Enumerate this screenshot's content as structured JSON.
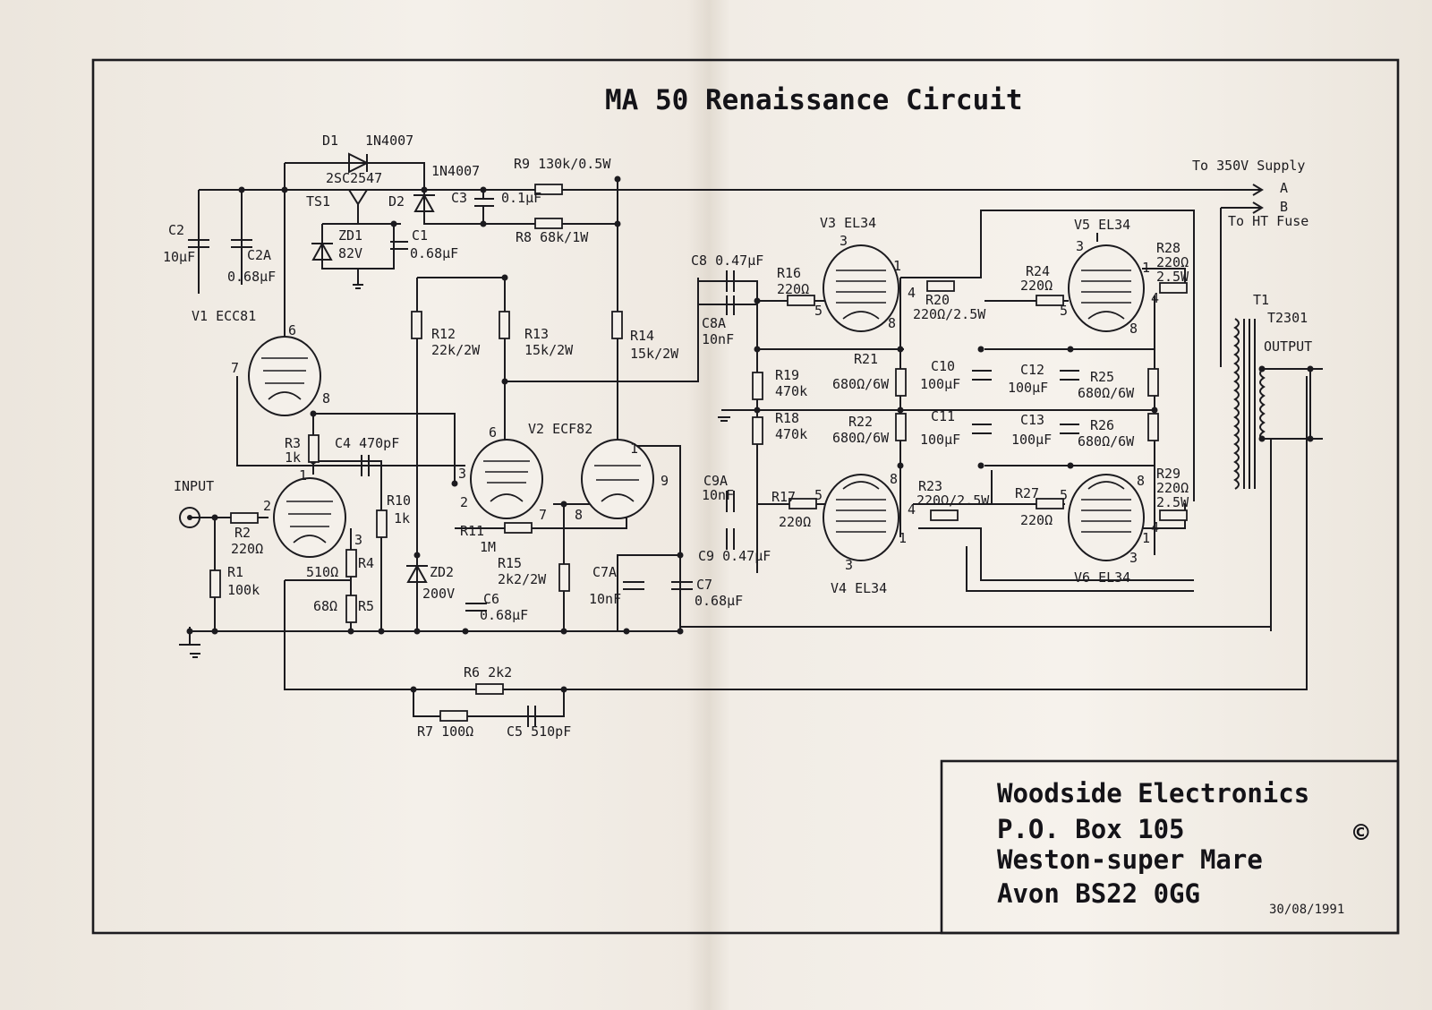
{
  "title": "MA 50 Renaissance Circuit",
  "company": {
    "line1": "Woodside Electronics",
    "line2": "P.O. Box 105",
    "line3": "Weston-super Mare",
    "line4": "Avon BS22 0GG",
    "copyright": "©",
    "date": "30/08/1991"
  },
  "supply": {
    "to_supply": "To 350V Supply",
    "a": "A",
    "b": "B",
    "to_fuse": "To HT Fuse"
  },
  "labels": {
    "d1": "D1",
    "d1_type": "1N4007",
    "ts1_type": "2SC2547",
    "ts1": "TS1",
    "d2": "D2",
    "d2_type": "1N4007",
    "c3": "C3",
    "c3_val": "0.1µF",
    "r9": "R9 130k/0.5W",
    "r8": "R8 68k/1W",
    "c2": "C2",
    "c2_val": "10µF",
    "c2a": "C2A",
    "c2a_val": "0.68µF",
    "zd1": "ZD1",
    "zd1_val": "82V",
    "c1": "C1",
    "c1_val": "0.68µF",
    "v1": "V1 ECC81",
    "pin6": "6",
    "pin7": "7",
    "pin8": "8",
    "pin1": "1",
    "pin2": "2",
    "pin3": "3",
    "r12": "R12",
    "r12_val": "22k/2W",
    "r13": "R13",
    "r13_val": "15k/2W",
    "r14": "R14",
    "r14_val": "15k/2W",
    "c8": "C8 0.47µF",
    "c8a": "C8A",
    "c8a_val": "10nF",
    "r16": "R16",
    "r16_val": "220Ω",
    "v3": "V3 EL34",
    "r20": "R20",
    "r20_val": "220Ω/2.5W",
    "r24": "R24",
    "r24_val": "220Ω",
    "v5": "V5 EL34",
    "r28": "R28",
    "r28_val": "220Ω",
    "r28_w": "2.5W",
    "t1": "T1",
    "t1_type": "T2301",
    "output": "OUTPUT",
    "r3": "R3",
    "r3_val": "1k",
    "c4": "C4  470pF",
    "v2": "V2 ECF82",
    "r19": "R19",
    "r19_val": "470k",
    "r21": "R21",
    "r21_val": "680Ω/6W",
    "c10": "C10",
    "c10_val": "100µF",
    "c12": "C12",
    "c12_val": "100µF",
    "r25": "R25",
    "r25_val": "680Ω/6W",
    "r18": "R18",
    "r18_val": "470k",
    "r22": "R22",
    "r22_val": "680Ω/6W",
    "c11": "C11",
    "c11_val": "100µF",
    "c13": "C13",
    "c13_val": "100µF",
    "r26": "R26",
    "r26_val": "680Ω/6W",
    "input": "INPUT",
    "r2": "R2",
    "r2_val": "220Ω",
    "r10": "R10",
    "r10_val": "1k",
    "r11": "R11",
    "r11_val": "1M",
    "pin9": "9",
    "c9a": "C9A",
    "c9a_val": "10nF",
    "r17": "R17",
    "r17_val": "220Ω",
    "pin5": "5",
    "pin4": "4",
    "r23": "R23",
    "r23_val": "220Ω/2.5W",
    "r27": "R27",
    "r27_val": "220Ω",
    "r29": "R29",
    "r29_val": "220Ω",
    "r29_w": "2.5W",
    "r1": "R1",
    "r1_val": "100k",
    "r4_val": "510Ω",
    "r4": "R4",
    "r5_val": "68Ω",
    "r5": "R5",
    "zd2": "ZD2",
    "zd2_val": "200V",
    "c6": "C6",
    "c6_val": "0.68µF",
    "r15": "R15",
    "r15_val": "2k2/2W",
    "c7a": "C7A",
    "c7a_val": "10nF",
    "c7": "C7",
    "c7_val": "0.68µF",
    "c9": "C9 0.47µF",
    "v4": "V4 EL34",
    "v6": "V6 EL34",
    "r6": "R6  2k2",
    "r7": "R7 100Ω",
    "c5": "C5  510pF"
  }
}
